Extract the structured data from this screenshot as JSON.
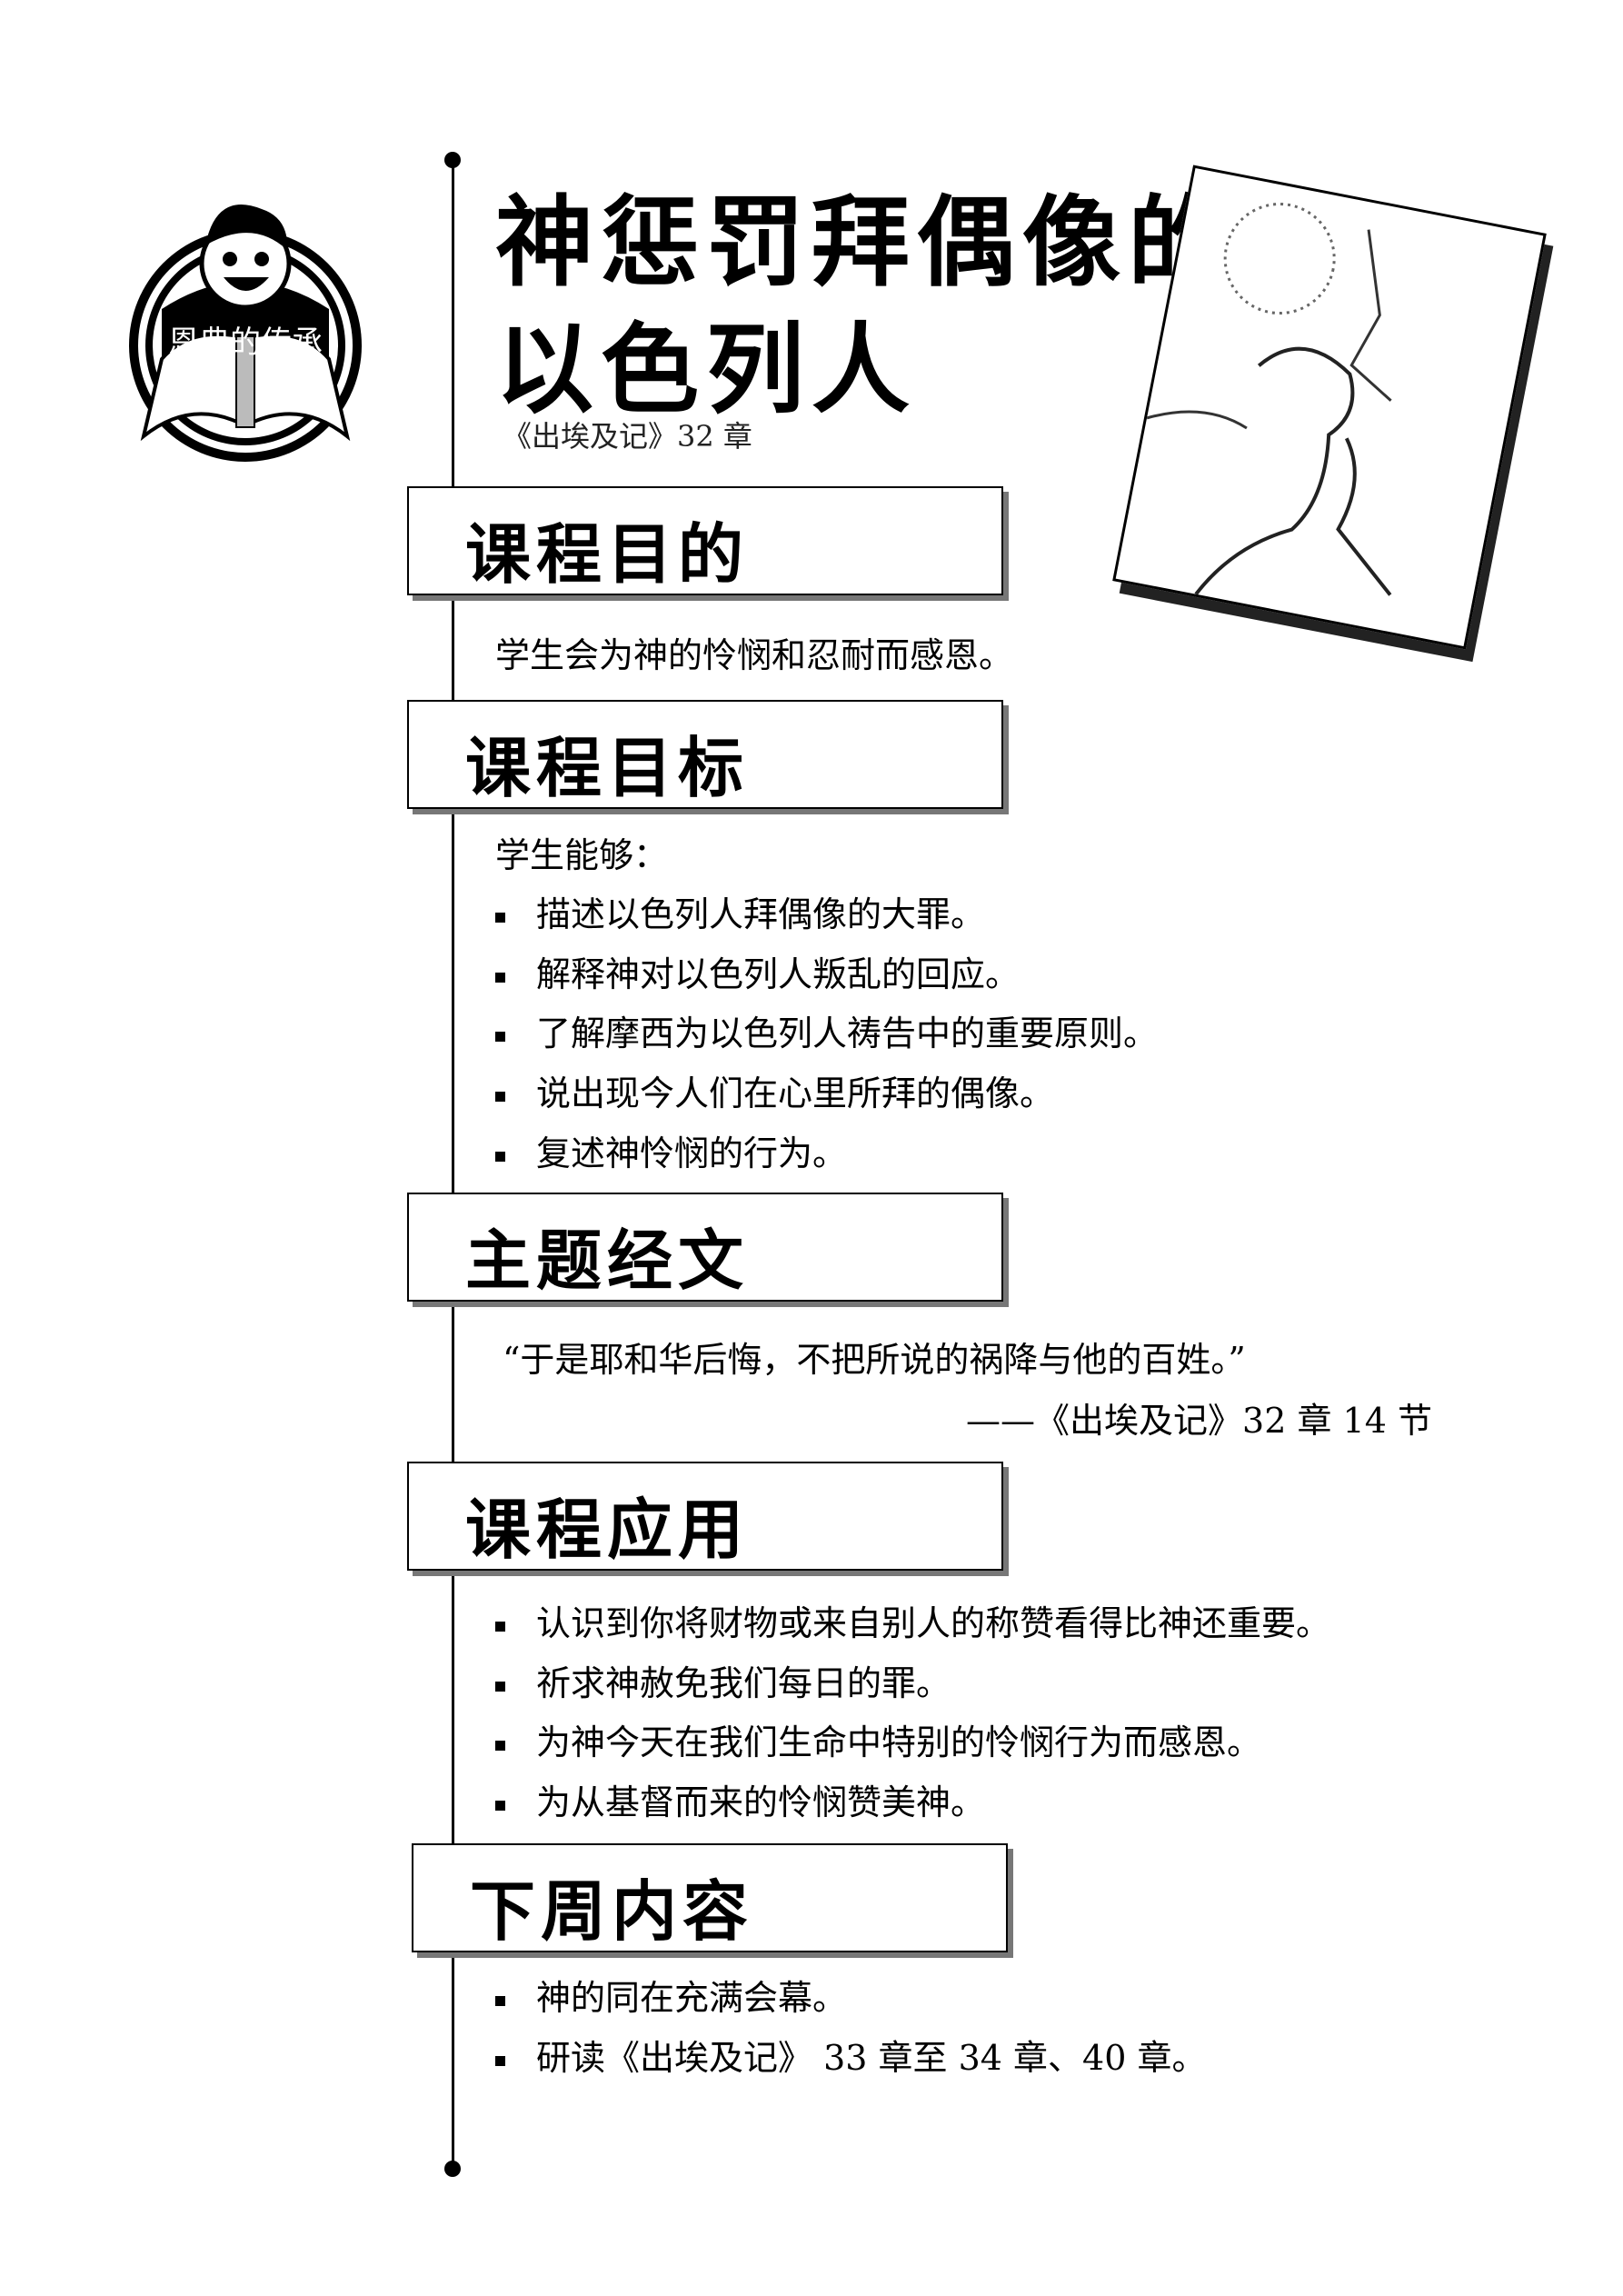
{
  "logo": {
    "text": "恩典的传承"
  },
  "header": {
    "title_line1": "神惩罚拜偶像的",
    "title_line2": "以色列人",
    "subtitle": "《出埃及记》32 章"
  },
  "sections": {
    "purpose": {
      "heading": "课程目的",
      "text": "学生会为神的怜悯和忍耐而感恩。"
    },
    "objectives": {
      "heading": "课程目标",
      "intro": "学生能够：",
      "items": [
        "描述以色列人拜偶像的大罪。",
        "解释神对以色列人叛乱的回应。",
        "了解摩西为以色列人祷告中的重要原则。",
        "说出现今人们在心里所拜的偶像。",
        "复述神怜悯的行为。"
      ]
    },
    "verse": {
      "heading": "主题经文",
      "quote": "“于是耶和华后悔，不把所说的祸降与他的百姓。”",
      "reference": "——《出埃及记》32 章 14 节"
    },
    "application": {
      "heading": "课程应用",
      "items": [
        "认识到你将财物或来自别人的称赞看得比神还重要。",
        "祈求神赦免我们每日的罪。",
        "为神今天在我们生命中特别的怜悯行为而感恩。",
        "为从基督而来的怜悯赞美神。"
      ]
    },
    "next_week": {
      "heading": "下周内容",
      "items": [
        "神的同在充满会幕。",
        "研读《出埃及记》 33 章至 34 章、40 章。"
      ]
    }
  }
}
